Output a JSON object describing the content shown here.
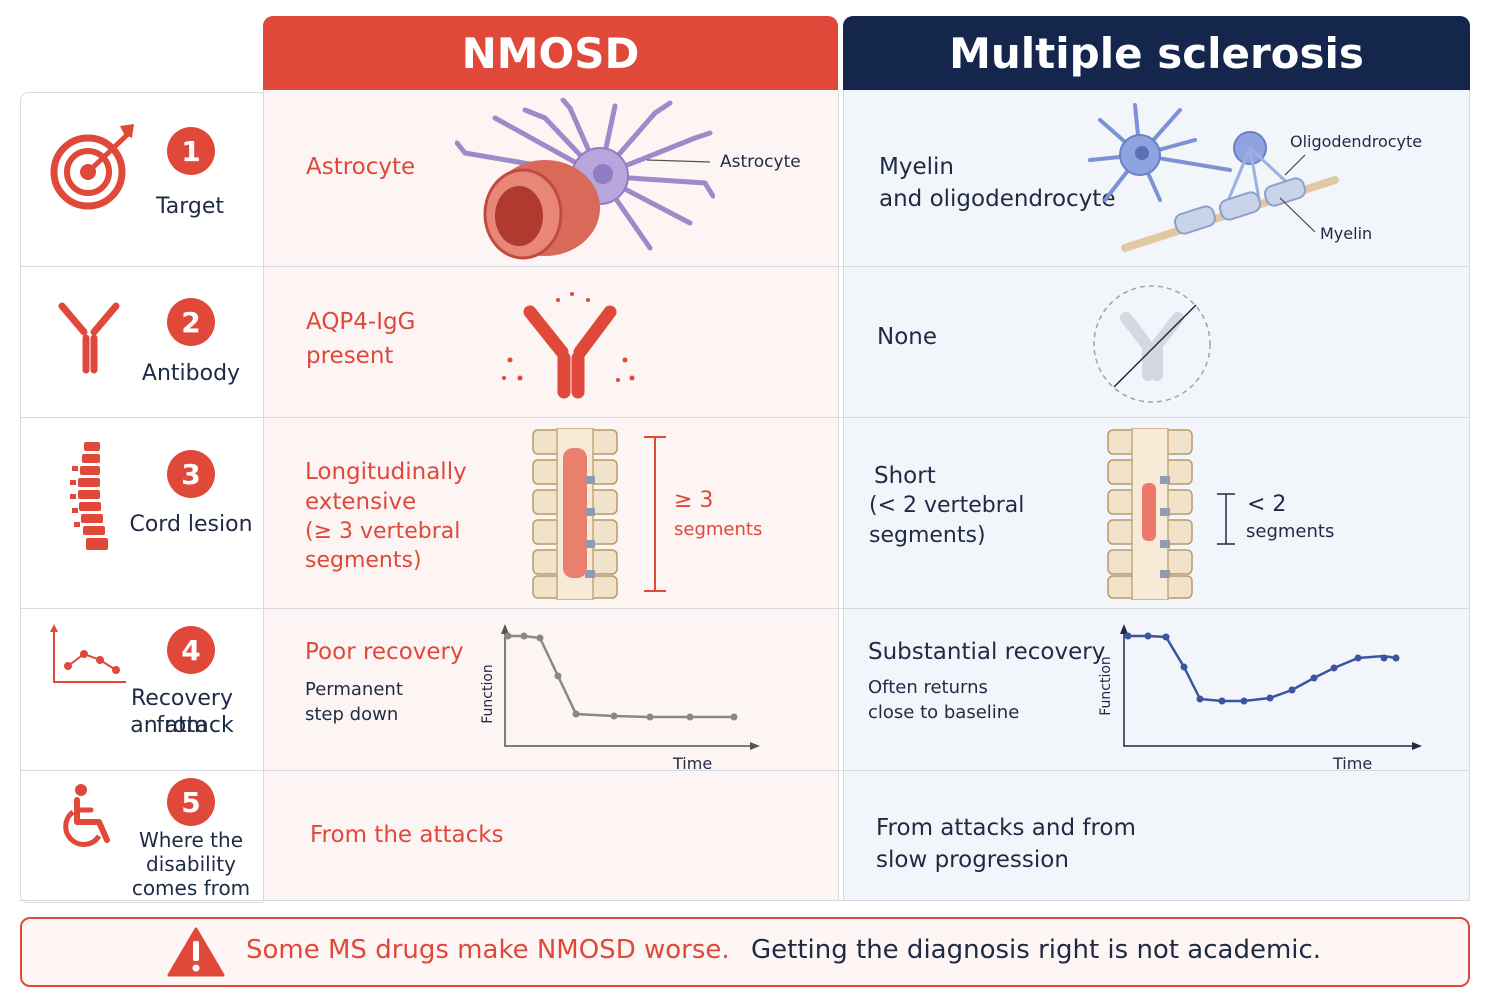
{
  "headers": {
    "nmosd": "NMOSD",
    "ms": "Multiple sclerosis"
  },
  "rows": [
    {
      "number": "1",
      "label": "Target",
      "nmosd": {
        "text": "Astrocyte",
        "callout": "Astrocyte"
      },
      "ms": {
        "text_line1": "Myelin",
        "text_line2": "and oligodendrocyte",
        "callout_oligo": "Oligodendrocyte",
        "callout_myelin": "Myelin"
      }
    },
    {
      "number": "2",
      "label": "Antibody",
      "nmosd": {
        "text_line1": "AQP4-IgG",
        "text_line2": "present"
      },
      "ms": {
        "text": "None"
      }
    },
    {
      "number": "3",
      "label": "Cord lesion",
      "nmosd": {
        "lines": [
          "Longitudinally",
          "extensive",
          "(≥ 3 vertebral",
          "segments)"
        ],
        "measure_value": "≥ 3",
        "measure_unit": "segments"
      },
      "ms": {
        "lines": [
          "Short",
          "(< 2 vertebral",
          "segments)"
        ],
        "measure_value": "< 2",
        "measure_unit": "segments"
      }
    },
    {
      "number": "4",
      "label_line1": "Recovery from",
      "label_line2": "an attack",
      "nmosd": {
        "title": "Poor recovery",
        "sub_line1": "Permanent",
        "sub_line2": "step down",
        "y_axis": "Function",
        "x_axis": "Time"
      },
      "ms": {
        "title": "Substantial recovery",
        "sub_line1": "Often returns",
        "sub_line2": "close to baseline",
        "y_axis": "Function",
        "x_axis": "Time"
      }
    },
    {
      "number": "5",
      "label_lines": [
        "Where the",
        "disability",
        "comes from"
      ],
      "nmosd": {
        "text": "From the attacks"
      },
      "ms": {
        "text_line1": "From attacks and from",
        "text_line2": "slow progression"
      }
    }
  ],
  "warning": {
    "red_text": "Some MS drugs make NMOSD worse.",
    "dark_text": "Getting the diagnosis right is not academic."
  },
  "colors": {
    "accent_red": "#e0483a",
    "navy": "#15264d",
    "ms_blue": "#3a55a0"
  }
}
